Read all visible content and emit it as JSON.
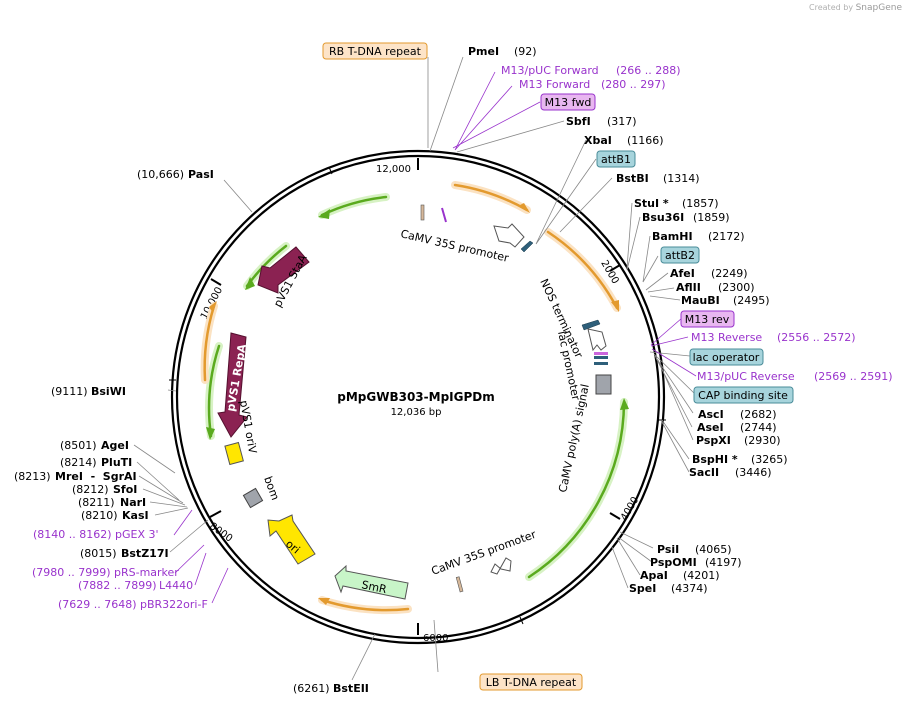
{
  "credit": {
    "prefix": "Created by",
    "brand": "SnapGene"
  },
  "plasmid": {
    "name": "pMpGWB303-MpIGPDm",
    "size_label": "12,036 bp",
    "length": 12036
  },
  "ticks": [
    "12,000",
    "2000",
    "4000",
    "6000",
    "8000",
    "10,000"
  ],
  "colors": {
    "backbone": "#000000",
    "enzyme": "#000000",
    "primer": "#9933cc",
    "promoter_fill": "#ffffff",
    "terminator_fill": "#ffffff",
    "feature_green": "#5aaa1e",
    "feature_orange": "#e39a2e",
    "repa_fill": "#8b2252",
    "ori_fill": "#ffe600",
    "smr_fill": "#c8f5c8",
    "box_orange_fill": "#fde4c8",
    "box_teal_fill": "#a7d4dc",
    "box_violet_fill": "#e8b7f0"
  },
  "features": [
    {
      "name": "CaMV 35S promoter",
      "type": "promoter-arrow"
    },
    {
      "name": "NOS terminator",
      "type": "terminator"
    },
    {
      "name": "lac promoter",
      "type": "promoter"
    },
    {
      "name": "CaMV poly(A) signal",
      "type": "polyA"
    },
    {
      "name": "CaMV 35S promoter",
      "type": "promoter-arrow"
    },
    {
      "name": "SmR",
      "type": "cds"
    },
    {
      "name": "ori",
      "type": "origin"
    },
    {
      "name": "bom",
      "type": "misc"
    },
    {
      "name": "pVS1 oriV",
      "type": "origin"
    },
    {
      "name": "pVS1 RepA",
      "type": "cds"
    },
    {
      "name": "pVS1 StaA",
      "type": "cds"
    }
  ],
  "boxed_labels": [
    {
      "name": "RB T-DNA repeat",
      "kind": "orange"
    },
    {
      "name": "M13 fwd",
      "kind": "violet"
    },
    {
      "name": "attB1",
      "kind": "teal"
    },
    {
      "name": "attB2",
      "kind": "teal"
    },
    {
      "name": "M13 rev",
      "kind": "violet"
    },
    {
      "name": "lac operator",
      "kind": "teal"
    },
    {
      "name": "CAP binding site",
      "kind": "teal"
    },
    {
      "name": "LB T-DNA repeat",
      "kind": "orange"
    }
  ],
  "primers_right": [
    {
      "name": "M13/pUC Forward",
      "range": "(266 .. 288)"
    },
    {
      "name": "M13 Forward",
      "range": "(280 .. 297)"
    },
    {
      "name": "M13 Reverse",
      "range": "(2556 .. 2572)"
    },
    {
      "name": "M13/pUC Reverse",
      "range": "(2569 .. 2591)"
    }
  ],
  "primers_left": [
    {
      "name": "pGEX 3'",
      "range": "(8140 .. 8162)"
    },
    {
      "name": "pRS-marker",
      "range": "(7980 .. 7999)"
    },
    {
      "name": "L4440",
      "range": "(7882 .. 7899)"
    },
    {
      "name": "pBR322ori-F",
      "range": "(7629 .. 7648)"
    }
  ],
  "enzymes_right": [
    {
      "name": "PmeI",
      "pos": "(92)"
    },
    {
      "name": "SbfI",
      "pos": "(317)"
    },
    {
      "name": "XbaI",
      "pos": "(1166)"
    },
    {
      "name": "BstBI",
      "pos": "(1314)"
    },
    {
      "name": "StuI *",
      "pos": "(1857)"
    },
    {
      "name": "Bsu36I",
      "pos": "(1859)"
    },
    {
      "name": "BamHI",
      "pos": "(2172)"
    },
    {
      "name": "AfeI",
      "pos": "(2249)"
    },
    {
      "name": "AflII",
      "pos": "(2300)"
    },
    {
      "name": "MauBI",
      "pos": "(2495)"
    },
    {
      "name": "AscI",
      "pos": "(2682)"
    },
    {
      "name": "AseI",
      "pos": "(2744)"
    },
    {
      "name": "PspXI",
      "pos": "(2930)"
    },
    {
      "name": "BspHI *",
      "pos": "(3265)"
    },
    {
      "name": "SacII",
      "pos": "(3446)"
    },
    {
      "name": "PsiI",
      "pos": "(4065)"
    },
    {
      "name": "PspOMI",
      "pos": "(4197)"
    },
    {
      "name": "ApaI",
      "pos": "(4201)"
    },
    {
      "name": "SpeI",
      "pos": "(4374)"
    }
  ],
  "enzymes_left": [
    {
      "name": "PasI",
      "pos": "(10,666)"
    },
    {
      "name": "BsiWI",
      "pos": "(9111)"
    },
    {
      "name": "AgeI",
      "pos": "(8501)"
    },
    {
      "name": "PluTI",
      "pos": "(8214)"
    },
    {
      "name": "MreI  -  SgrAI",
      "pos": "(8213)"
    },
    {
      "name": "SfoI",
      "pos": "(8212)"
    },
    {
      "name": "NarI",
      "pos": "(8211)"
    },
    {
      "name": "KasI",
      "pos": "(8210)"
    },
    {
      "name": "BstZ17I",
      "pos": "(8015)"
    },
    {
      "name": "BstEII",
      "pos": "(6261)"
    }
  ]
}
